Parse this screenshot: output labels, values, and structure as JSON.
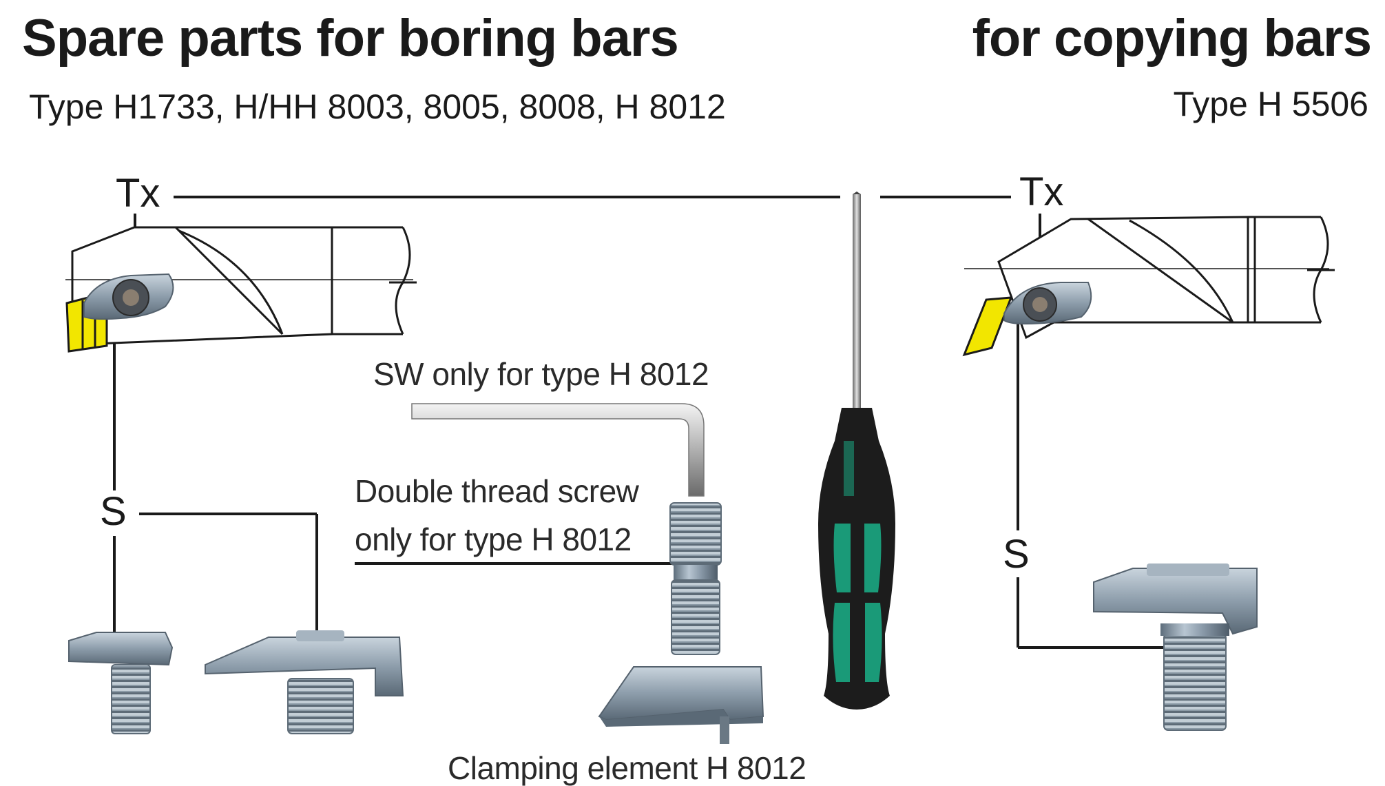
{
  "header": {
    "left_title": "Spare parts for boring bars",
    "left_subtitle": "Type H1733, H/HH 8003, 8005, 8008, H 8012",
    "right_title": "for copying bars",
    "right_subtitle": "Type H 5506"
  },
  "labels": {
    "torx_left": "Tx",
    "torx_right": "Tx",
    "screw_left": "S",
    "screw_right": "S",
    "hex_key": "SW only for type H 8012",
    "double_thread_line1": "Double thread screw",
    "double_thread_line2": "only for type H 8012",
    "clamping_element": "Clamping element H 8012"
  },
  "colors": {
    "insert_yellow": "#f2e600",
    "steel": "#8a9aa8",
    "handle_black": "#1c1c1c",
    "handle_green": "#1a9a78",
    "line": "#1a1a1a"
  },
  "icons": [
    "boring-bar",
    "copying-bar",
    "torx-screwdriver",
    "hex-key",
    "clamp-screw",
    "clamping-element"
  ]
}
